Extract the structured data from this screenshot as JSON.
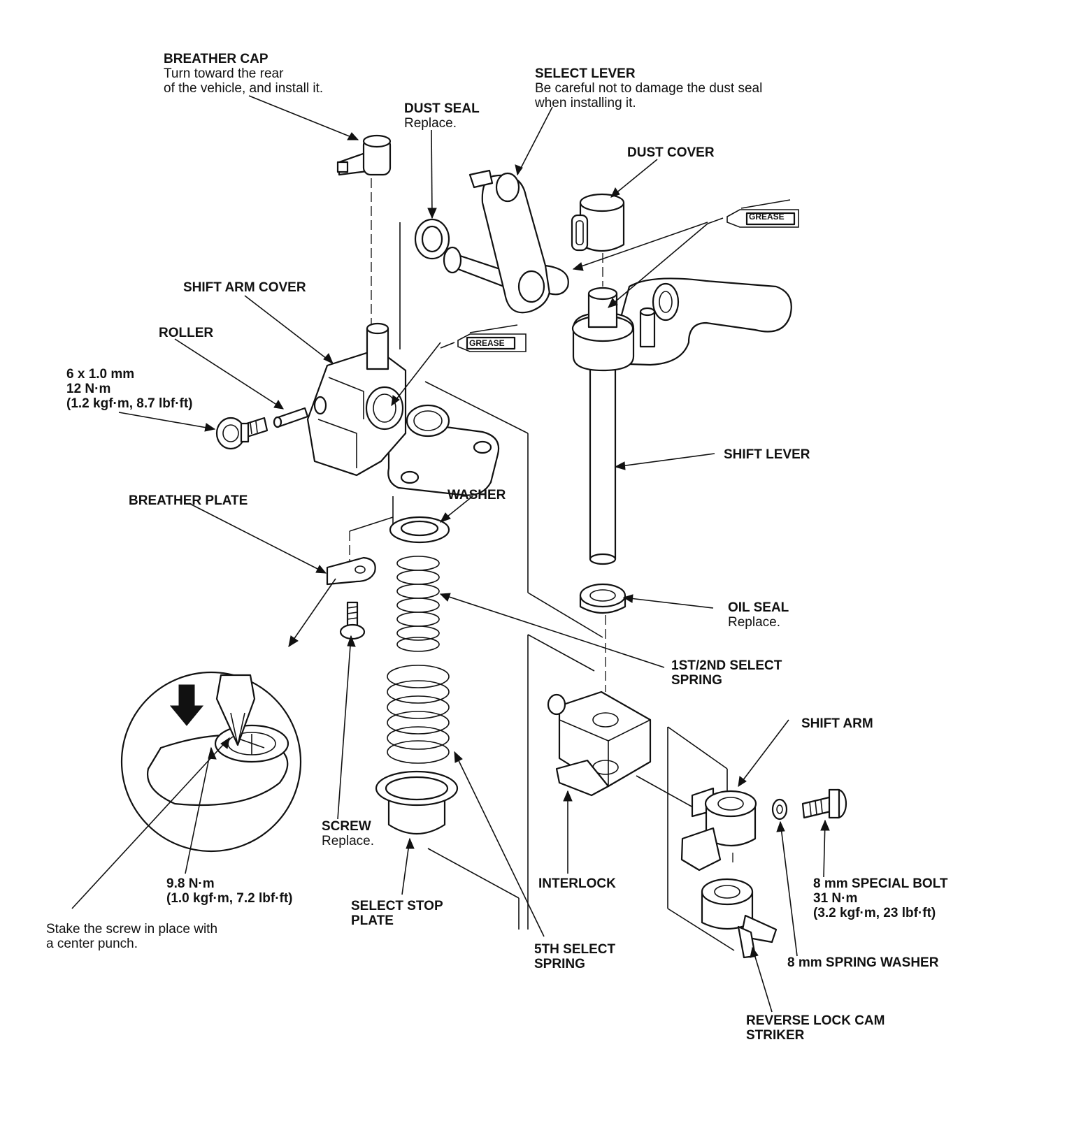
{
  "labels": {
    "breather_cap": {
      "title": "BREATHER CAP",
      "note": [
        "Turn toward the rear",
        "of the vehicle, and install it."
      ]
    },
    "select_lever": {
      "title": "SELECT LEVER",
      "note": [
        "Be careful not to damage the dust seal",
        "when installing it."
      ]
    },
    "dust_seal": {
      "title": "DUST SEAL",
      "note": [
        "Replace."
      ]
    },
    "dust_cover": {
      "title": "DUST COVER"
    },
    "shift_arm_cover": {
      "title": "SHIFT ARM COVER"
    },
    "roller": {
      "title": "ROLLER"
    },
    "bolt_6mm": {
      "lines": [
        "6 x 1.0 mm",
        "12 N·m",
        "(1.2 kgf·m, 8.7 lbf·ft)"
      ]
    },
    "shift_lever": {
      "title": "SHIFT LEVER"
    },
    "washer": {
      "title": "WASHER"
    },
    "breather_plate": {
      "title": "BREATHER PLATE"
    },
    "oil_seal": {
      "title": "OIL SEAL",
      "note": [
        "Replace."
      ]
    },
    "select_spring_12": {
      "lines": [
        "1ST/2ND SELECT",
        "SPRING"
      ]
    },
    "shift_arm": {
      "title": "SHIFT ARM"
    },
    "screw": {
      "title": "SCREW",
      "note": [
        "Replace."
      ]
    },
    "interlock": {
      "title": "INTERLOCK"
    },
    "special_bolt_8mm": {
      "lines": [
        "8 mm SPECIAL BOLT",
        "31 N·m",
        "(3.2 kgf·m, 23 lbf·ft)"
      ]
    },
    "screw_torque": {
      "lines": [
        "9.8 N·m",
        "(1.0 kgf·m, 7.2 lbf·ft)"
      ]
    },
    "select_stop_plate": {
      "lines": [
        "SELECT STOP",
        "PLATE"
      ]
    },
    "select_spring_5th": {
      "lines": [
        "5TH SELECT",
        "SPRING"
      ]
    },
    "spring_washer_8mm": {
      "title": "8 mm SPRING WASHER"
    },
    "stake_note": {
      "note": [
        "Stake the screw in place with",
        "a center punch."
      ]
    },
    "reverse_lock_cam": {
      "lines": [
        "REVERSE LOCK CAM",
        "STRIKER"
      ]
    }
  },
  "grease_tags": [
    "GREASE",
    "GREASE"
  ],
  "icons": [
    "grease-tube-icon",
    "down-arrow-icon"
  ]
}
